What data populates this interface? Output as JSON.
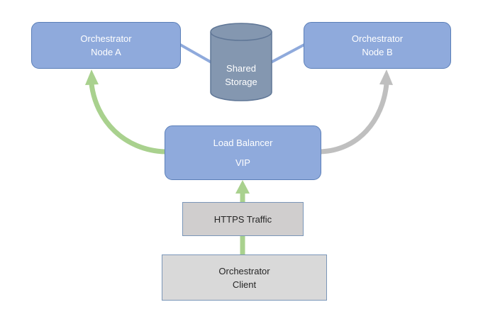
{
  "diagram": {
    "nodes": {
      "node_a": {
        "line1": "Orchestrator",
        "line2": "Node A"
      },
      "node_b": {
        "line1": "Orchestrator",
        "line2": "Node B"
      },
      "storage": {
        "line1": "Shared",
        "line2": "Storage"
      },
      "load_balancer": {
        "line1": "Load Balancer",
        "line2": "VIP"
      },
      "https": {
        "label": "HTTPS Traffic"
      },
      "client": {
        "line1": "Orchestrator",
        "line2": "Client"
      }
    },
    "edges": [
      {
        "from": "node_a",
        "to": "storage",
        "style": "line",
        "color": "#8faadc"
      },
      {
        "from": "storage",
        "to": "node_b",
        "style": "line",
        "color": "#8faadc"
      },
      {
        "from": "load_balancer",
        "to": "node_a",
        "style": "curved-arrow",
        "color": "#a9d18e",
        "state": "active"
      },
      {
        "from": "load_balancer",
        "to": "node_b",
        "style": "curved-arrow",
        "color": "#bfbfbf",
        "state": "inactive"
      },
      {
        "from": "client",
        "to": "load_balancer",
        "style": "arrow",
        "color": "#a9d18e",
        "via": "https"
      }
    ],
    "colors": {
      "node_fill": "#8faadc",
      "storage_fill": "#8497b0",
      "box_gray": "#d9d9d9",
      "active_arrow": "#a9d18e",
      "inactive_arrow": "#bfbfbf"
    }
  }
}
